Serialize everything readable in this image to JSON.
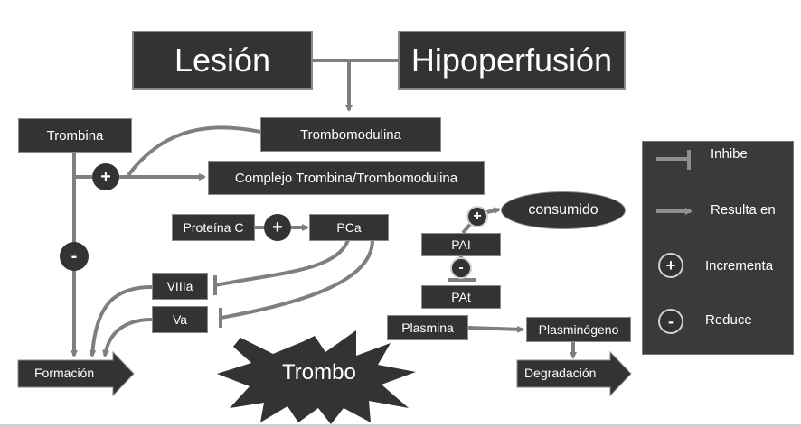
{
  "nodes": {
    "lesion": "Lesión",
    "hipoperfusion": "Hipoperfusión",
    "trombina": "Trombina",
    "trombomodulina": "Trombomodulina",
    "complejo": "Complejo Trombina/Trombomodulina",
    "proteina_c": "Proteína C",
    "pca": "PCa",
    "viiia": "VIIIa",
    "va": "Va",
    "formacion": "Formación",
    "trombo": "Trombo",
    "pai": "PAI",
    "pat": "PAt",
    "consumido": "consumido",
    "plasmina": "Plasmina",
    "plasminogeno": "Plasminógeno",
    "degradacion": "Degradación"
  },
  "signs": {
    "plus": "+",
    "minus": "-"
  },
  "legend": {
    "inhibe": "Inhibe",
    "resulta_en": "Resulta en",
    "incrementa": "Incrementa",
    "reduce": "Reduce"
  },
  "colors": {
    "box": "#333333",
    "connector": "#7f7f7f",
    "text": "#ffffff"
  }
}
